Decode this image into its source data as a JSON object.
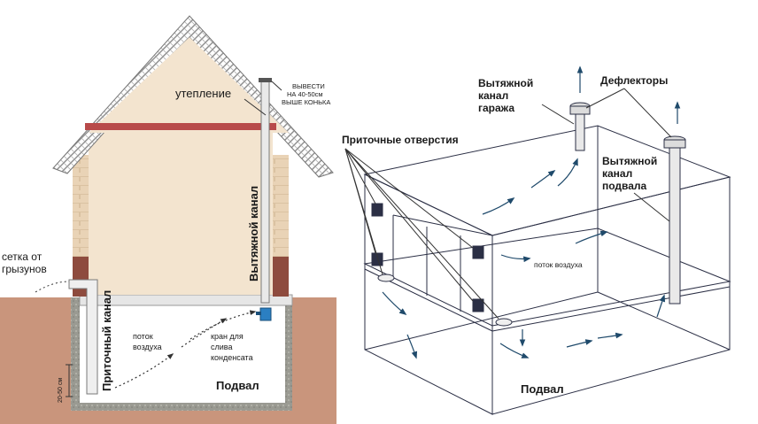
{
  "house": {
    "insulation_label": "утепление",
    "ridge_note": [
      "ВЫВЕСТИ",
      "НА 40-50см",
      "ВЫШЕ КОНЬКА"
    ],
    "exhaust_channel_label": "Вытяжной канал",
    "supply_channel_label": "Приточный канал",
    "rodent_net_label": [
      "сетка от",
      "грызунов"
    ],
    "airflow_label": [
      "поток",
      "воздуха"
    ],
    "condensate_tap_label": [
      "кран для",
      "слива",
      "конденсата"
    ],
    "basement_label": "Подвал",
    "height_mark": "20-50 см"
  },
  "box": {
    "garage_exhaust_label": [
      "Вытяжной",
      "канал",
      "гаража"
    ],
    "deflectors_label": "Дефлекторы",
    "supply_openings_label": "Приточные отверстия",
    "basement_exhaust_label": [
      "Вытяжной",
      "канал",
      "подвала"
    ],
    "airflow_label": "поток воздуха",
    "basement_label": "Подвал"
  },
  "colors": {
    "wall": "#f3e4cf",
    "roof_band": "#b84a4a",
    "soil": "#c9957c",
    "brick": "#8e4b3e",
    "frame": "#2b2f45",
    "arrow": "#1f4a6b",
    "pipe": "#e9e9e9"
  }
}
